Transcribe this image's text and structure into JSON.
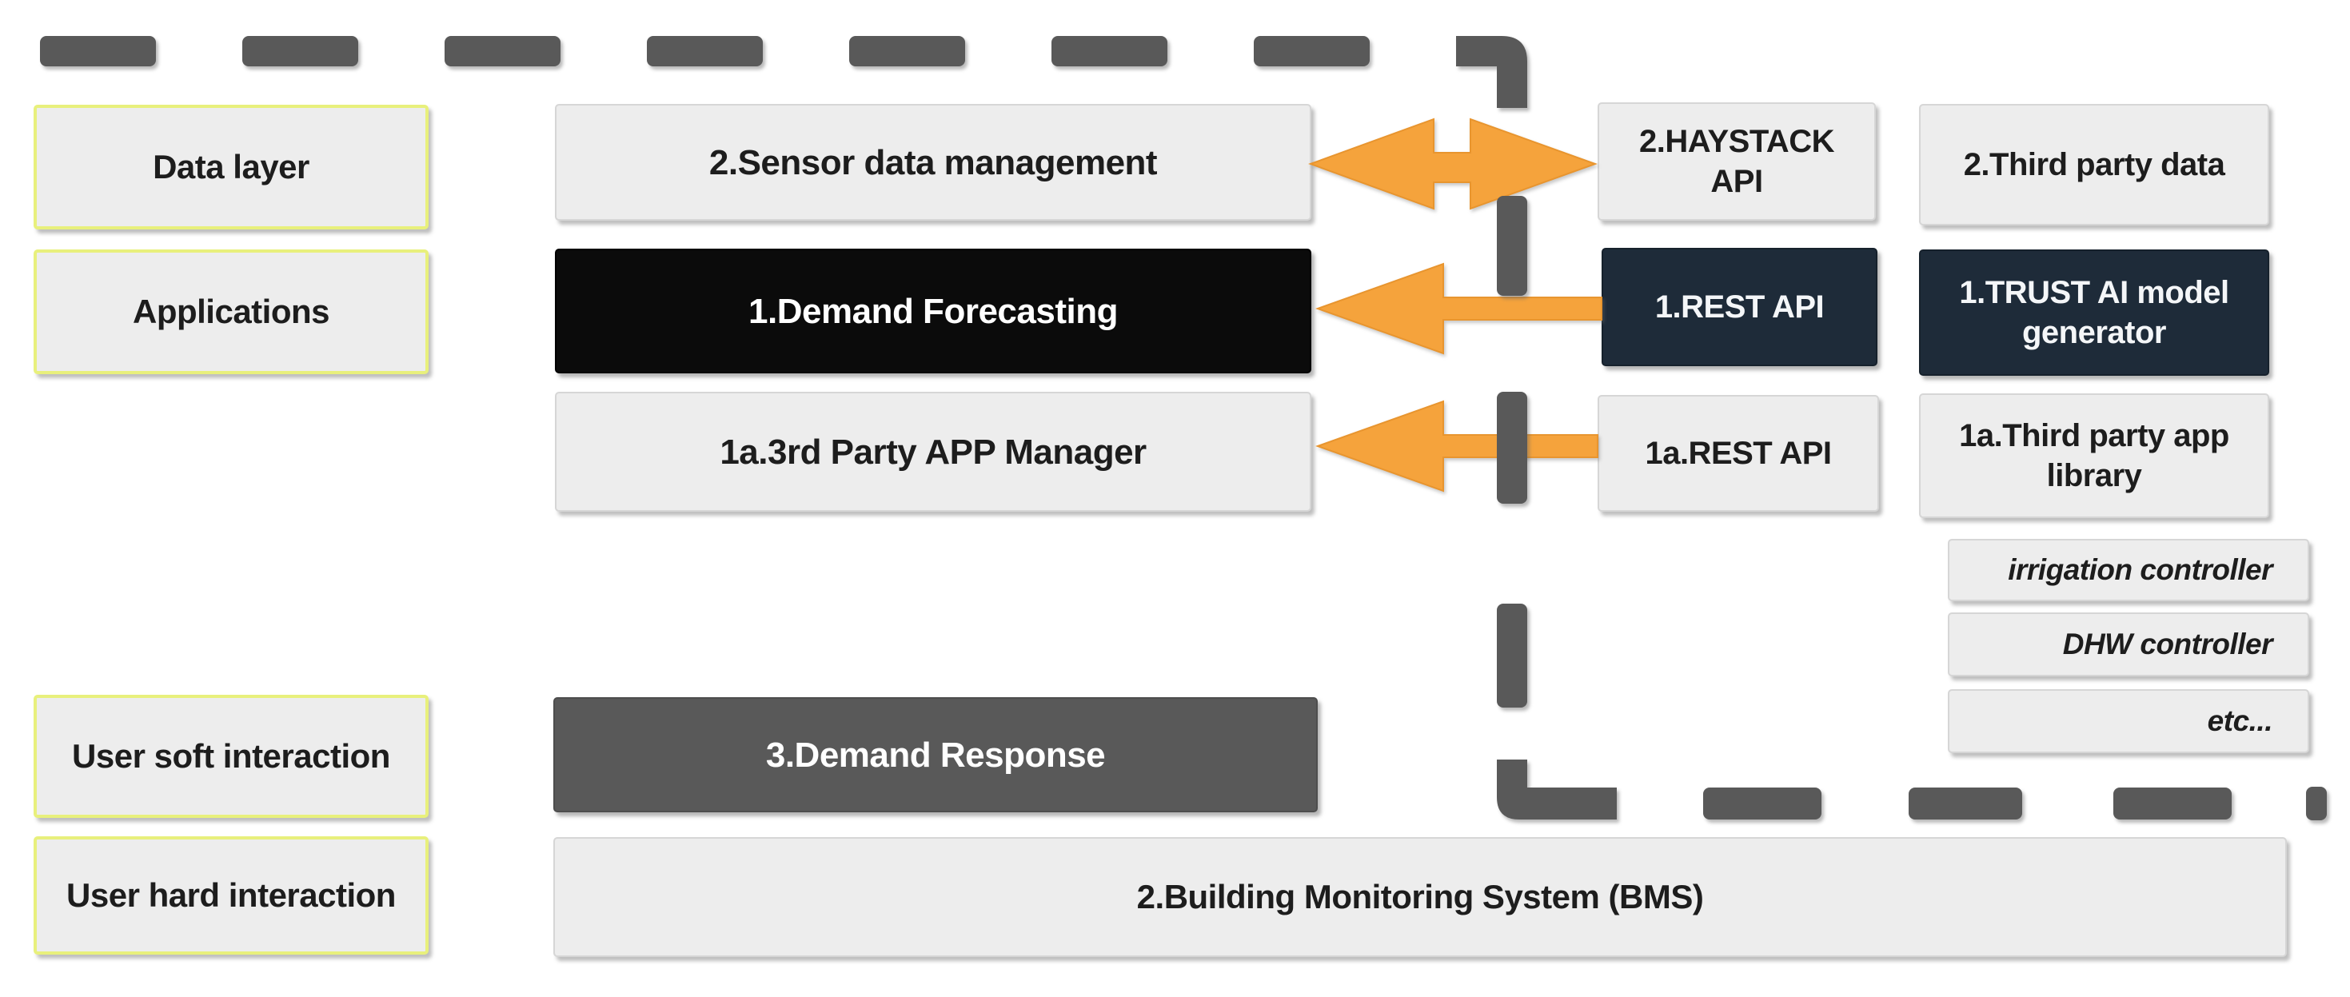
{
  "diagram": {
    "row_labels": [
      {
        "label": "Data layer"
      },
      {
        "label": "Applications"
      },
      {
        "label": "User soft interaction"
      },
      {
        "label": "User hard interaction"
      }
    ],
    "modules": {
      "sensor_data": "2.Sensor data management",
      "demand_forecasting": "1.Demand Forecasting",
      "app_manager": "1a.3rd Party APP Manager",
      "demand_response": "3.Demand Response",
      "bms": "2.Building Monitoring System (BMS)"
    },
    "apis": {
      "haystack": "2.HAYSTACK API",
      "rest_1": "1.REST API",
      "rest_1a": "1a.REST API"
    },
    "external": {
      "third_party_data": "2.Third party data",
      "trust_ai": "1.TRUST AI model generator",
      "app_library": "1a.Third party app library",
      "controllers": [
        "irrigation controller",
        "DHW controller",
        "etc..."
      ]
    },
    "connections": [
      {
        "icon": "double-arrow-icon",
        "from": "2.Sensor data management",
        "to": "2.HAYSTACK API",
        "direction": "both"
      },
      {
        "icon": "left-arrow-icon",
        "from": "1.REST API",
        "to": "1.Demand Forecasting",
        "direction": "left"
      },
      {
        "icon": "left-arrow-icon",
        "from": "1a.REST API",
        "to": "1a.3rd Party APP Manager",
        "direction": "left"
      }
    ],
    "colors": {
      "box_light": "#ededed",
      "row_label_border": "#e8f07c",
      "box_black": "#0b0b0b",
      "box_navy": "#1e2b39",
      "box_gray": "#595959",
      "dash_gray": "#595959",
      "arrow_orange": "#f5a33c"
    }
  }
}
